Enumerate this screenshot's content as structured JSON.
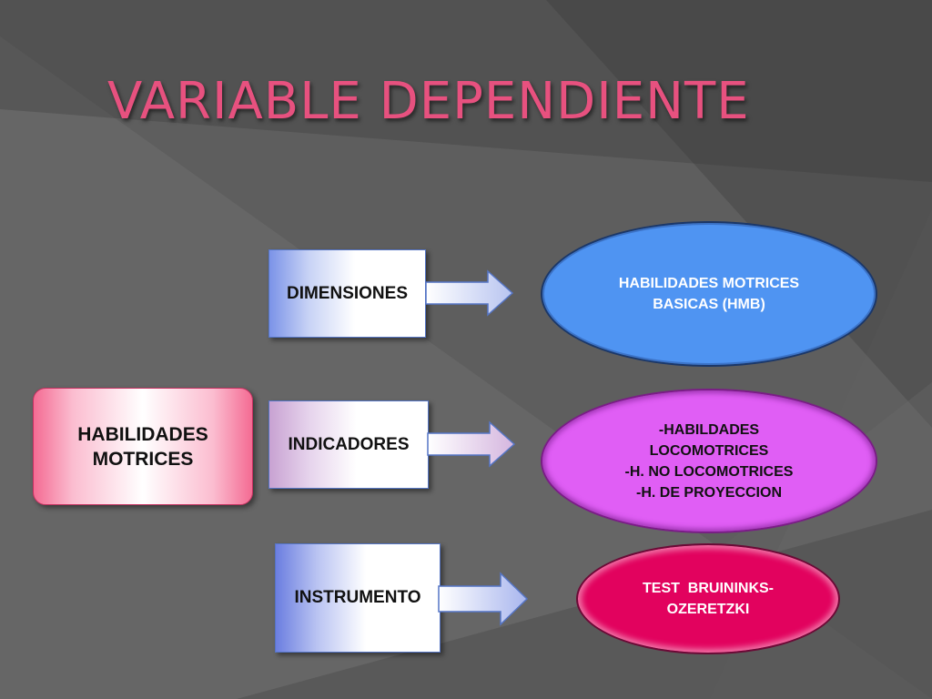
{
  "slide": {
    "title": "VARIABLE DEPENDIENTE",
    "variable_label": "HABILIDADES MOTRICES",
    "rows": [
      {
        "label": "DIMENSIONES",
        "value": "HABILIDADES MOTRICES BASICAS (HMB)"
      },
      {
        "label": "INDICADORES",
        "value_lines": [
          "-HABILDADES",
          "LOCOMOTRICES",
          "-H. NO LOCOMOTRICES",
          "-H. DE PROYECCION"
        ]
      },
      {
        "label": "INSTRUMENTO",
        "value": "TEST  BRUININKS- OZERETZKI"
      }
    ]
  },
  "colors": {
    "title": "#e7517f",
    "dimension_ellipse": "#4f94f2",
    "indicator_ellipse": "#e05ef5",
    "instrument_ellipse": "#e2025e",
    "variable_box": "#f46b93"
  }
}
